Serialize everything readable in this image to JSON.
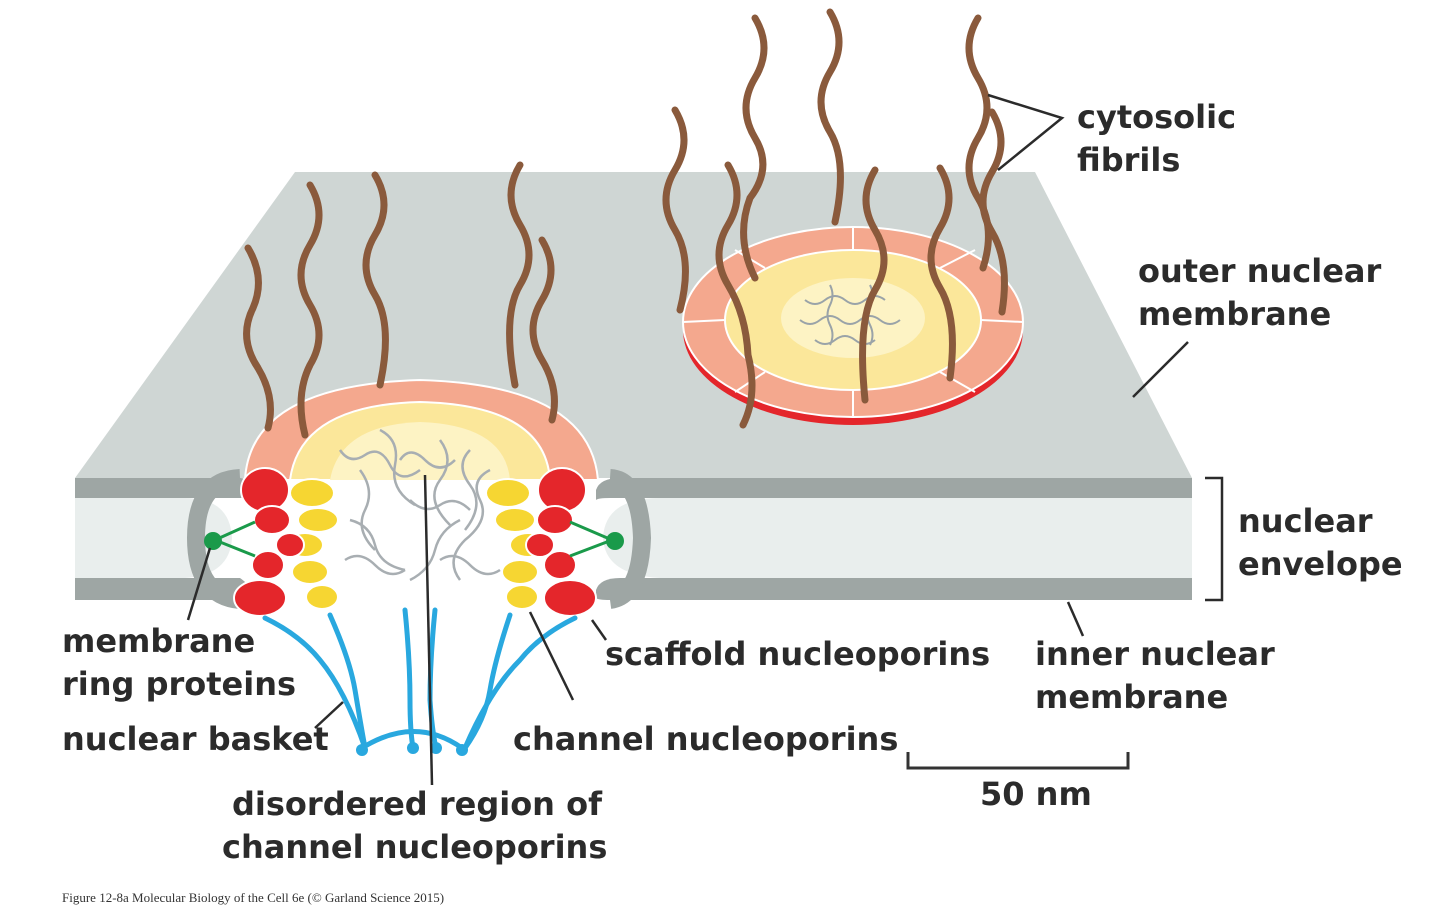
{
  "labels": {
    "cytosolic_fibrils": [
      "cytosolic",
      "fibrils"
    ],
    "outer_nuclear_membrane": [
      "outer nuclear",
      "membrane"
    ],
    "nuclear_envelope": [
      "nuclear",
      "envelope"
    ],
    "inner_nuclear_membrane": [
      "inner nuclear",
      "membrane"
    ],
    "scaffold_nucleoporins": "scaffold nucleoporins",
    "channel_nucleoporins": "channel nucleoporins",
    "membrane_ring_proteins": [
      "membrane",
      "ring proteins"
    ],
    "nuclear_basket": "nuclear basket",
    "disordered_region": [
      "disordered region of",
      "channel nucleoporins"
    ],
    "scale_bar": "50 nm"
  },
  "caption": "Figure 12-8a  Molecular Biology of the Cell 6e (© Garland Science 2015)",
  "colors": {
    "membrane": "#cfd6d4",
    "membrane_edge": "#9ea6a4",
    "fibril": "#8a5a3c",
    "outer_ring": "#f4a88e",
    "inner_ring": "#fbe79a",
    "center": "#fdf3c4",
    "scaffold_red": "#e4262b",
    "scaffold_yellow": "#f6d632",
    "basket": "#29a8df",
    "membrane_ring_green": "#1a9a4a"
  }
}
